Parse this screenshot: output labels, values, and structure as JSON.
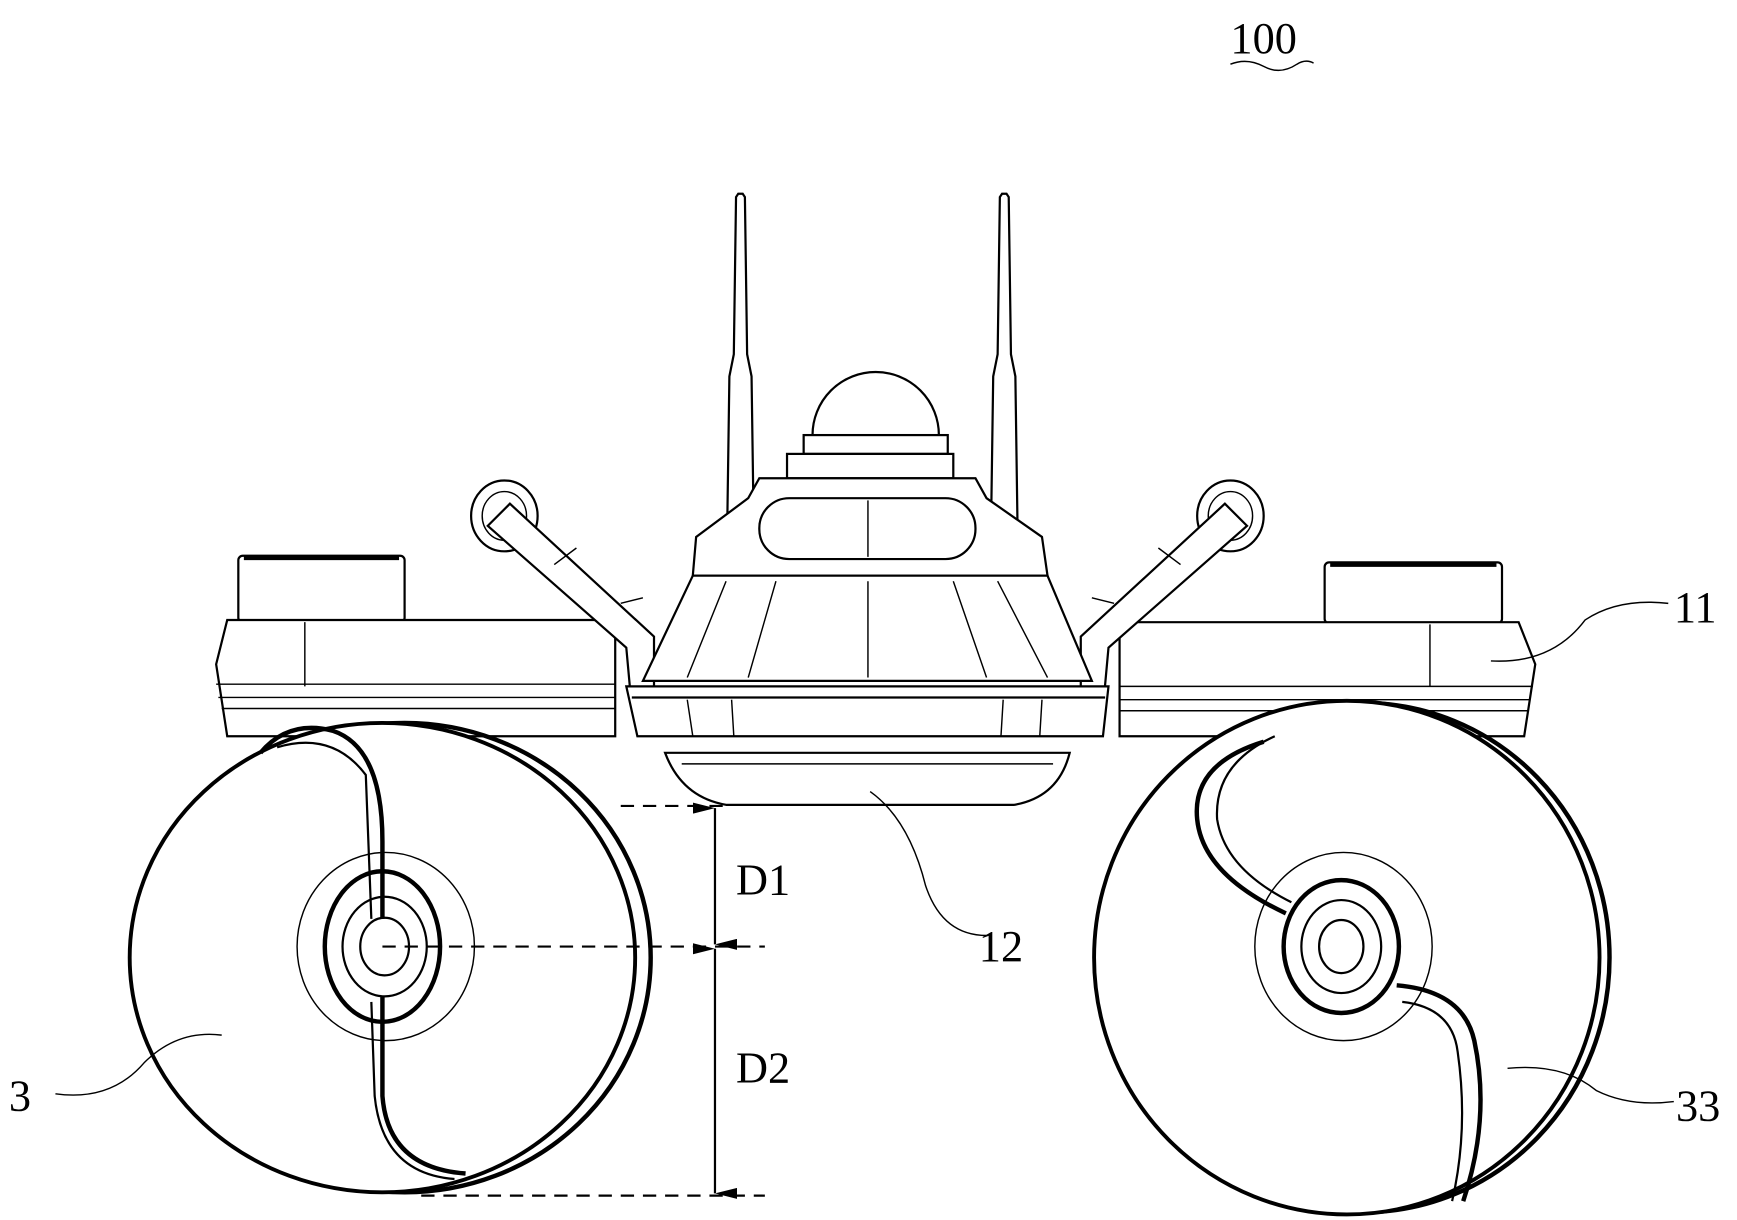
{
  "figure": {
    "reference_numeral": "100",
    "labels": {
      "body_side": "11",
      "bottom_part": "12",
      "wheel": "3",
      "wheel_spoke": "33",
      "distance_1": "D1",
      "distance_2": "D2"
    }
  }
}
